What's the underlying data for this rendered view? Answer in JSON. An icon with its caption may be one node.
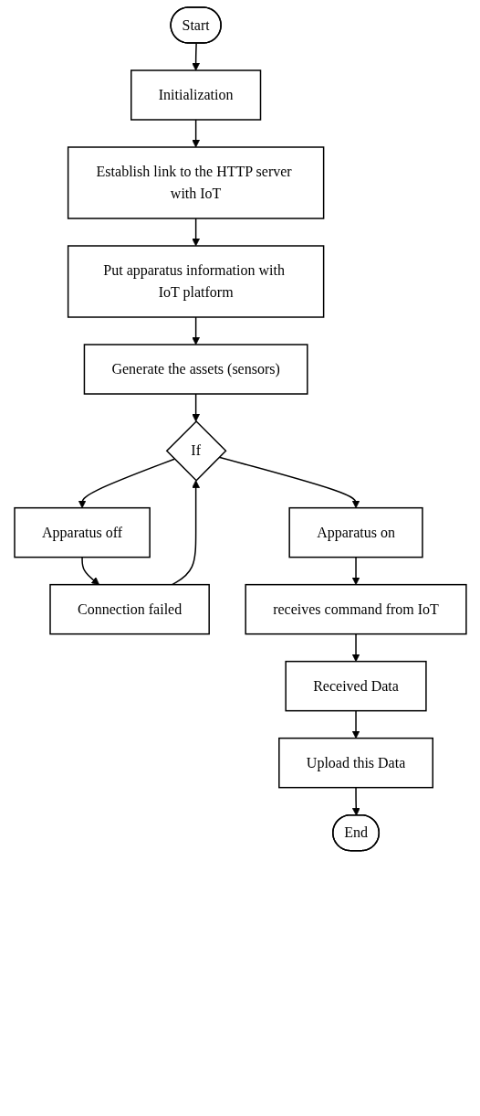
{
  "diagram": {
    "nodes": [
      {
        "text": [
          "Start"
        ]
      },
      {
        "text": [
          "Initialization"
        ]
      },
      {
        "text": [
          "Establish link to the HTTP server with IoT"
        ]
      },
      {
        "text": [
          "Put apparatus information with IoT platform"
        ]
      },
      {
        "text": [
          "Generate the assets (sensors)"
        ]
      },
      {
        "text": [
          "If"
        ]
      },
      {
        "text": [
          "Apparatus off"
        ]
      },
      {
        "text": [
          "Apparatus on"
        ]
      },
      {
        "text": [
          "Connection failed"
        ]
      },
      {
        "text": [
          "receives command from IoT"
        ]
      },
      {
        "text": [
          "Received Data"
        ]
      },
      {
        "text": [
          "Upload this Data"
        ]
      },
      {
        "text": [
          "End"
        ]
      }
    ],
    "edges": [
      {
        "from": 0,
        "to": 1,
        "arrow": "to"
      },
      {
        "from": 1,
        "to": 2,
        "arrow": "to"
      },
      {
        "from": 2,
        "to": 3,
        "arrow": "to"
      },
      {
        "from": 3,
        "to": 4,
        "arrow": "to"
      },
      {
        "from": 4,
        "to": 5,
        "arrow": "to"
      },
      {
        "from": 5,
        "to": 6,
        "arrow": "to"
      },
      {
        "from": 5,
        "to": 7,
        "arrow": "to"
      },
      {
        "from": 6,
        "to": 8,
        "arrow": "to"
      },
      {
        "from": 8,
        "to": 5,
        "arrow": "to"
      },
      {
        "from": 7,
        "to": 9,
        "arrow": "to"
      },
      {
        "from": 9,
        "to": 10,
        "arrow": "to"
      },
      {
        "from": 10,
        "to": 11,
        "arrow": "to"
      },
      {
        "from": 11,
        "to": 12,
        "arrow": "to"
      }
    ]
  }
}
